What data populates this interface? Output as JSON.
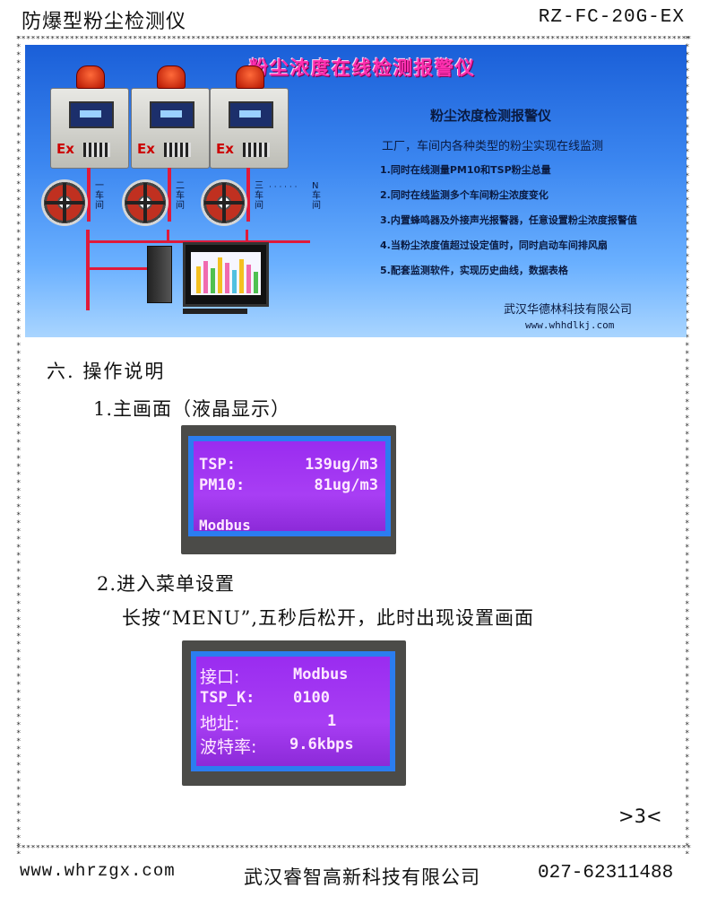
{
  "header": {
    "title": "防爆型粉尘检测仪",
    "model": "RZ-FC-20G-EX"
  },
  "banner": {
    "title": "粉尘浓度在线检测报警仪",
    "subtitle": "粉尘浓度检测报警仪",
    "intro": "工厂，车间内各种类型的粉尘实现在线监测",
    "features": [
      "1.同时在线测量PM10和TSP粉尘总量",
      "2.同时在线监测多个车间粉尘浓度变化",
      "3.内置蜂鸣器及外接声光报警器，任意设置粉尘浓度报警值",
      "4.当粉尘浓度值超过设定值时，同时启动车间排风扇",
      "5.配套监测软件，实现历史曲线，数据表格"
    ],
    "workshops": [
      "一车间",
      "二车间",
      "三车间"
    ],
    "workshop_dots": "· · · · · ·",
    "workshop_n": "N车间",
    "device_mark": "Ex",
    "company": "武汉华德林科技有限公司",
    "url": "www.whhdlkj.com"
  },
  "section": {
    "title": "六. 操作说明",
    "step1": "1.主画面（液晶显示）",
    "step2": "2.进入菜单设置",
    "instruction": "长按“MENU”,五秒后松开，此时出现设置画面"
  },
  "lcd_main": {
    "row1_label": "TSP:",
    "row1_value": "139ug/m3",
    "row2_label": "PM10:",
    "row2_value": "81ug/m3",
    "row3": "Modbus"
  },
  "lcd_menu": {
    "row1_label": "接口:",
    "row1_value": "Modbus",
    "row2_label": "TSP_K:",
    "row2_value": "0100",
    "row3_label": "地址:",
    "row3_value": "1",
    "row4_label": "波特率:",
    "row4_value": "9.6kbps"
  },
  "page_number": ">3<",
  "footer": {
    "url": "www.whrzgx.com",
    "company": "武汉睿智高新科技有限公司",
    "phone": "027-62311488"
  }
}
